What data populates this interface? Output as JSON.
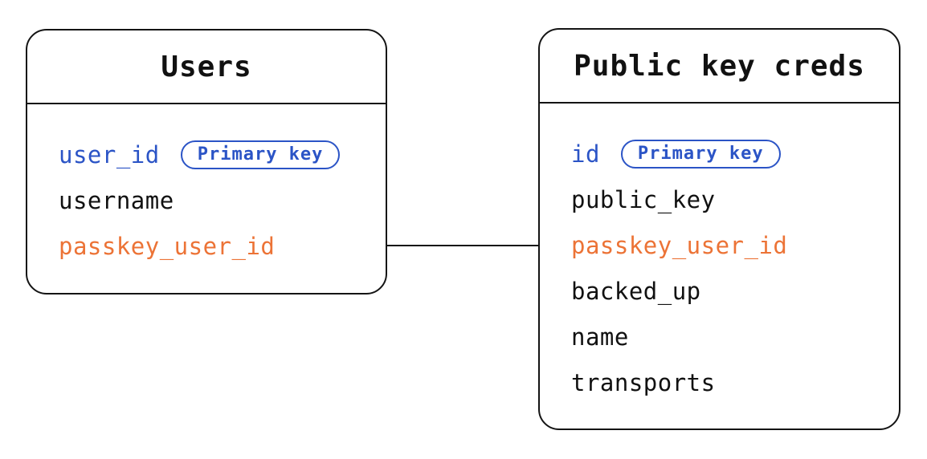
{
  "diagram": {
    "kind": "entity-relationship",
    "colors": {
      "primary_key_blue": "#2b54c6",
      "foreign_key_orange": "#ec7336",
      "text_black": "#111111",
      "line_black": "#141414",
      "background": "#ffffff"
    },
    "badge_label": "Primary key",
    "tables": [
      {
        "id": "users",
        "title": "Users",
        "fields": [
          {
            "name": "user_id",
            "role": "primary",
            "badge": "Primary key"
          },
          {
            "name": "username",
            "role": "normal"
          },
          {
            "name": "passkey_user_id",
            "role": "foreign"
          }
        ]
      },
      {
        "id": "public-key-creds",
        "title": "Public key creds",
        "fields": [
          {
            "name": "id",
            "role": "primary",
            "badge": "Primary key"
          },
          {
            "name": "public_key",
            "role": "normal"
          },
          {
            "name": "passkey_user_id",
            "role": "foreign"
          },
          {
            "name": "backed_up",
            "role": "normal"
          },
          {
            "name": "name",
            "role": "normal"
          },
          {
            "name": "transports",
            "role": "normal"
          }
        ]
      }
    ],
    "relationship": {
      "from_table": "Users",
      "from_field": "passkey_user_id",
      "to_table": "Public key creds",
      "to_field": "passkey_user_id"
    }
  }
}
